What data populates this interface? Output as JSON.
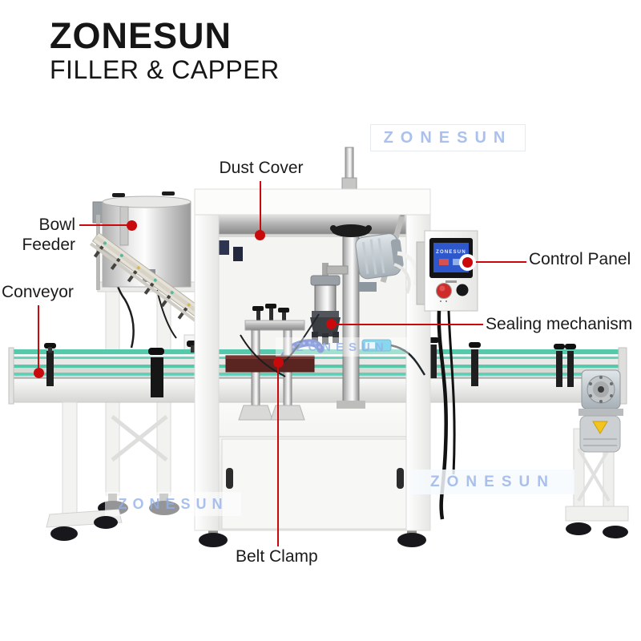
{
  "brand": {
    "name": "ZONESUN",
    "subtitle": "FILLER & CAPPER"
  },
  "watermark": {
    "text": "ZONESUN"
  },
  "annotations": {
    "dust_cover": {
      "label": "Dust Cover"
    },
    "bowl_feeder": {
      "label": "Bowl Feeder"
    },
    "conveyor": {
      "label": "Conveyor"
    },
    "control_panel": {
      "label": "Control Panel"
    },
    "sealing_mechanism": {
      "label": "Sealing mechanism"
    },
    "belt_clamp": {
      "label": "Belt Clamp"
    }
  },
  "machine": {
    "control_panel_screen_text": "ZONESUN"
  },
  "colors": {
    "annotation_red": "#c9090c",
    "conveyor_teal": "#56c9ad",
    "belt_maroon": "#5a2421",
    "screen_blue": "#2e57cc",
    "watermark_blue": "#92afe8"
  }
}
